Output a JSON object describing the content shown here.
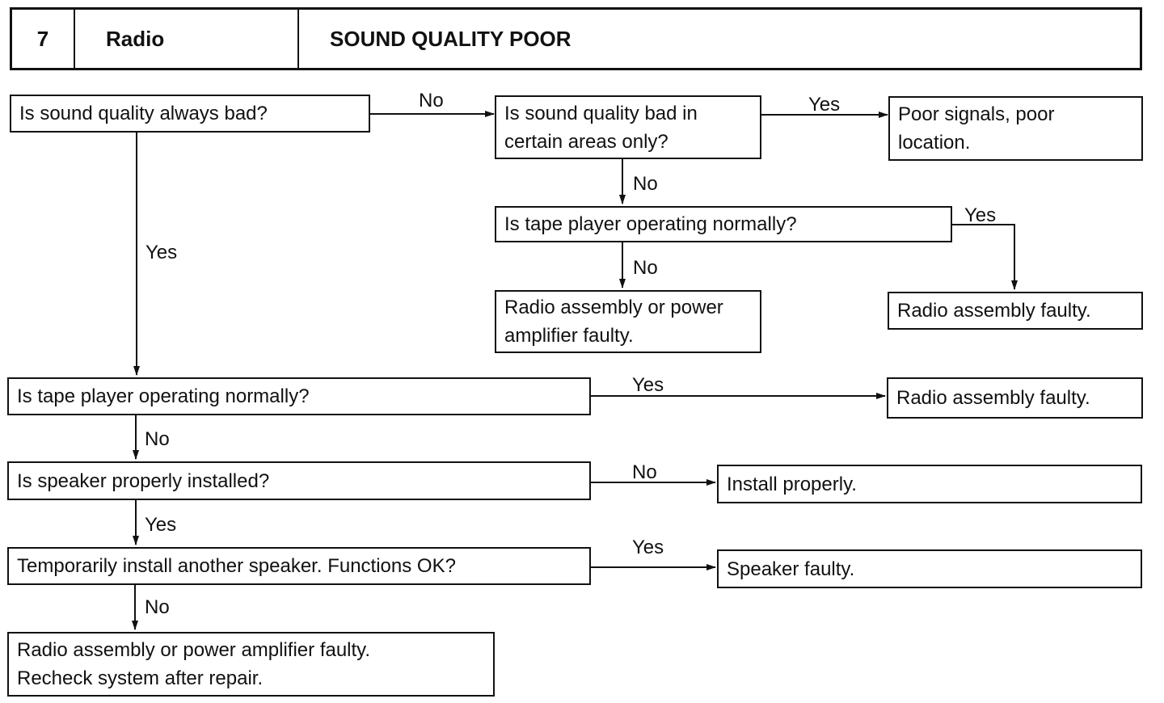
{
  "header": {
    "number": "7",
    "system": "Radio",
    "title": "SOUND QUALITY POOR"
  },
  "nodes": {
    "q_always_bad": "Is sound quality always bad?",
    "q_certain_areas_line1": "Is sound quality bad in",
    "q_certain_areas_line2": "certain areas only?",
    "r_poor_signals_line1": "Poor signals, poor",
    "r_poor_signals_line2": "location.",
    "q_tape_top": "Is tape player operating normally?",
    "r_radio_or_amp_line1": "Radio assembly or power",
    "r_radio_or_amp_line2": "amplifier faulty.",
    "r_radio_faulty_top": "Radio assembly faulty.",
    "q_tape_main": "Is tape player operating normally?",
    "r_radio_faulty_main": "Radio assembly faulty.",
    "q_speaker_installed": "Is speaker properly installed?",
    "r_install_properly": "Install properly.",
    "q_temp_speaker": "Temporarily install another speaker. Functions OK?",
    "r_speaker_faulty": "Speaker faulty.",
    "r_final_line1": "Radio assembly or power amplifier faulty.",
    "r_final_line2": "Recheck system after repair."
  },
  "edges": {
    "always_bad_no": "No",
    "always_bad_yes": "Yes",
    "certain_areas_yes": "Yes",
    "certain_areas_no": "No",
    "tape_top_yes": "Yes",
    "tape_top_no": "No",
    "tape_main_yes": "Yes",
    "tape_main_no": "No",
    "speaker_no": "No",
    "speaker_yes": "Yes",
    "temp_yes": "Yes",
    "temp_no": "No"
  }
}
